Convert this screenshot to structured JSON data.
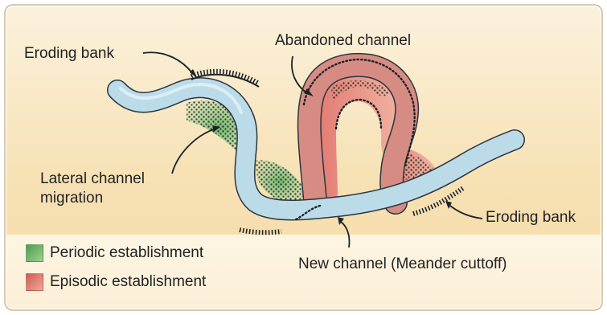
{
  "colors": {
    "background_top": "#f8e9c9",
    "background_bottom": "#f6dcaa",
    "river_fill": "#bcdbe8",
    "river_stroke": "#2a3540",
    "periodic_color": "#57a05a",
    "episodic_color": "#d9635e"
  },
  "labels": {
    "eroding_bank_top": "Eroding bank",
    "abandoned_channel": "Abandoned channel",
    "lateral_migration_line1": "Lateral channel",
    "lateral_migration_line2": "migration",
    "eroding_bank_right": "Eroding bank",
    "new_channel": "New channel (Meander cuttoff)"
  },
  "legend": {
    "periodic": "Periodic establishment",
    "episodic": "Episodic establishment"
  }
}
